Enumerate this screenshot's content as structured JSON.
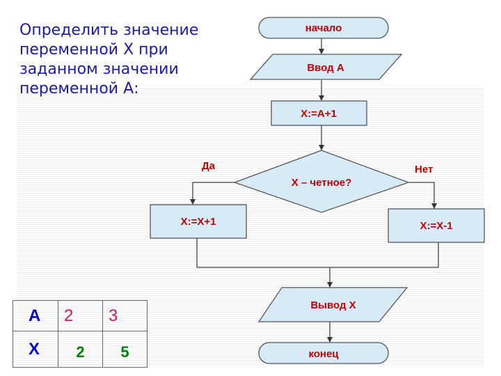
{
  "task": "Определить значение переменной Х при заданном значении переменной А:",
  "flowchart": {
    "start": "начало",
    "input": "Ввод А",
    "assign": "Х:=А+1",
    "decision": "Х – четное?",
    "yes_label": "Да",
    "no_label": "Нет",
    "yes_action": "Х:=Х+1",
    "no_action": "Х:=Х-1",
    "output": "Вывод Х",
    "end": "конец"
  },
  "table": {
    "row_a": {
      "label": "А",
      "values": [
        "2",
        "3"
      ]
    },
    "row_x": {
      "label": "Х",
      "values": [
        "2",
        "5"
      ]
    }
  },
  "colors": {
    "node_fill": "#d7eaf8",
    "node_text": "#c00000",
    "task_text": "#1a1aa6",
    "table_header": "#0000cc",
    "table_a_values": "#d4145a",
    "table_x_values": "#008000"
  }
}
